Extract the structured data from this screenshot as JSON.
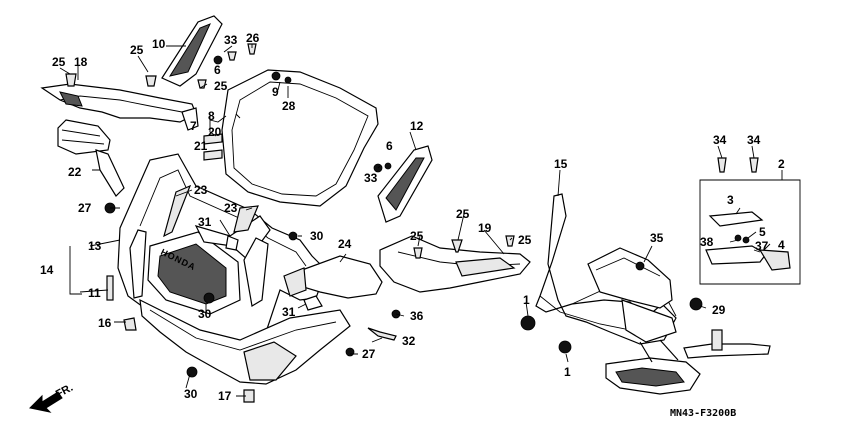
{
  "diagram": {
    "drawing_code": "MN43-F3200B",
    "direction_label": "FR.",
    "brand_text": "HONDA",
    "callouts": {
      "c1a": "1",
      "c1b": "1",
      "c2": "2",
      "c3": "3",
      "c4": "4",
      "c5": "5",
      "c6a": "6",
      "c6b": "6",
      "c7": "7",
      "c8": "8",
      "c9": "9",
      "c10": "10",
      "c11": "11",
      "c12": "12",
      "c13": "13",
      "c14": "14",
      "c15": "15",
      "c16": "16",
      "c17": "17",
      "c18": "18",
      "c19": "19",
      "c20": "20",
      "c21": "21",
      "c22": "22",
      "c23a": "23",
      "c23b": "23",
      "c24": "24",
      "c25a": "25",
      "c25b": "25",
      "c25c": "25",
      "c25d": "25",
      "c25e": "25",
      "c25f": "25",
      "c26": "26",
      "c27a": "27",
      "c27b": "27",
      "c28": "28",
      "c29": "29",
      "c30a": "30",
      "c30b": "30",
      "c30c": "30",
      "c31a": "31",
      "c31b": "31",
      "c32": "32",
      "c33a": "33",
      "c33b": "33",
      "c34a": "34",
      "c34b": "34",
      "c35": "35",
      "c36": "36",
      "c37": "37",
      "c38": "38"
    }
  }
}
